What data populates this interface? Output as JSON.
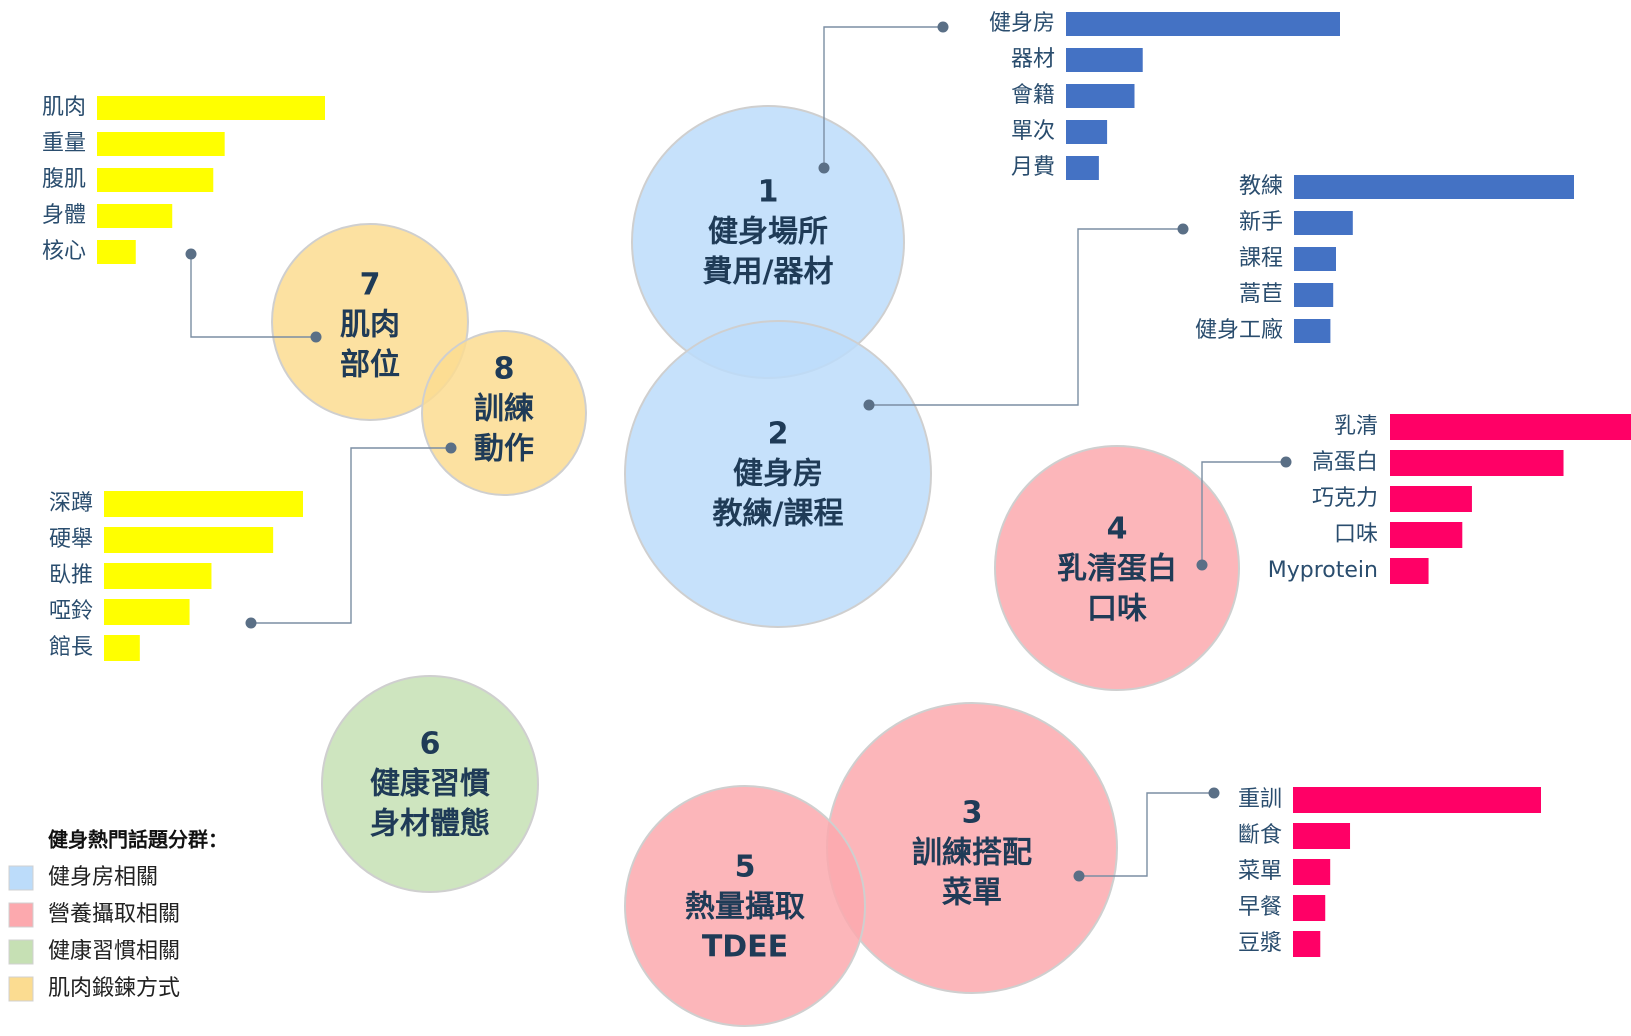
{
  "colors": {
    "gym": "#bcdcfa",
    "nutrition": "#fca9ae",
    "habit": "#c6e0b4",
    "muscle": "#fbdc91",
    "bar_blue": "#4472c4",
    "bar_pink": "#ff0066",
    "bar_yellow": "#ffff00"
  },
  "circles": [
    {
      "id": "c1",
      "number": "1",
      "lines": [
        "健身場所",
        "費用/器材"
      ],
      "group": "gym"
    },
    {
      "id": "c2",
      "number": "2",
      "lines": [
        "健身房",
        "教練/課程"
      ],
      "group": "gym"
    },
    {
      "id": "c3",
      "number": "3",
      "lines": [
        "訓練搭配",
        "菜單"
      ],
      "group": "nutrition"
    },
    {
      "id": "c4",
      "number": "4",
      "lines": [
        "乳清蛋白",
        "口味"
      ],
      "group": "nutrition"
    },
    {
      "id": "c5",
      "number": "5",
      "lines": [
        "熱量攝取",
        "TDEE"
      ],
      "group": "nutrition"
    },
    {
      "id": "c6",
      "number": "6",
      "lines": [
        "健康習慣",
        "身材體態"
      ],
      "group": "habit"
    },
    {
      "id": "c7",
      "number": "7",
      "lines": [
        "肌肉",
        "部位"
      ],
      "group": "muscle"
    },
    {
      "id": "c8",
      "number": "8",
      "lines": [
        "訓練",
        "動作"
      ],
      "group": "muscle"
    }
  ],
  "term_lists": [
    {
      "id": "t1",
      "topic": "1",
      "color": "bar_blue",
      "items": [
        {
          "label": "健身房",
          "value": 1.0
        },
        {
          "label": "器材",
          "value": 0.28
        },
        {
          "label": "會籍",
          "value": 0.25
        },
        {
          "label": "單次",
          "value": 0.15
        },
        {
          "label": "月費",
          "value": 0.12
        }
      ]
    },
    {
      "id": "t2",
      "topic": "2",
      "color": "bar_blue",
      "items": [
        {
          "label": "教練",
          "value": 1.0
        },
        {
          "label": "新手",
          "value": 0.21
        },
        {
          "label": "課程",
          "value": 0.15
        },
        {
          "label": "蒿苣",
          "value": 0.14
        },
        {
          "label": "健身工廠",
          "value": 0.13
        }
      ]
    },
    {
      "id": "t4",
      "topic": "4",
      "color": "bar_pink",
      "items": [
        {
          "label": "乳清",
          "value": 1.0
        },
        {
          "label": "高蛋白",
          "value": 0.72
        },
        {
          "label": "巧克力",
          "value": 0.34
        },
        {
          "label": "口味",
          "value": 0.3
        },
        {
          "label": "Myprotein",
          "value": 0.16
        }
      ]
    },
    {
      "id": "t3",
      "topic": "3",
      "color": "bar_pink",
      "items": [
        {
          "label": "重訓",
          "value": 1.0
        },
        {
          "label": "斷食",
          "value": 0.23
        },
        {
          "label": "菜單",
          "value": 0.15
        },
        {
          "label": "早餐",
          "value": 0.13
        },
        {
          "label": "豆漿",
          "value": 0.11
        }
      ]
    },
    {
      "id": "t7",
      "topic": "7",
      "color": "bar_yellow",
      "items": [
        {
          "label": "肌肉",
          "value": 1.0
        },
        {
          "label": "重量",
          "value": 0.56
        },
        {
          "label": "腹肌",
          "value": 0.51
        },
        {
          "label": "身體",
          "value": 0.33
        },
        {
          "label": "核心",
          "value": 0.17
        }
      ]
    },
    {
      "id": "t8",
      "topic": "8",
      "color": "bar_yellow",
      "items": [
        {
          "label": "深蹲",
          "value": 1.0
        },
        {
          "label": "硬舉",
          "value": 0.85
        },
        {
          "label": "臥推",
          "value": 0.54
        },
        {
          "label": "啞鈴",
          "value": 0.43
        },
        {
          "label": "館長",
          "value": 0.18
        }
      ]
    }
  ],
  "legend": {
    "title": "健身熱門話題分群：",
    "items": [
      {
        "label": "健身房相關",
        "color": "gym"
      },
      {
        "label": "營養攝取相關",
        "color": "nutrition"
      },
      {
        "label": "健康習慣相關",
        "color": "habit"
      },
      {
        "label": "肌肉鍛鍊方式",
        "color": "muscle"
      }
    ]
  }
}
